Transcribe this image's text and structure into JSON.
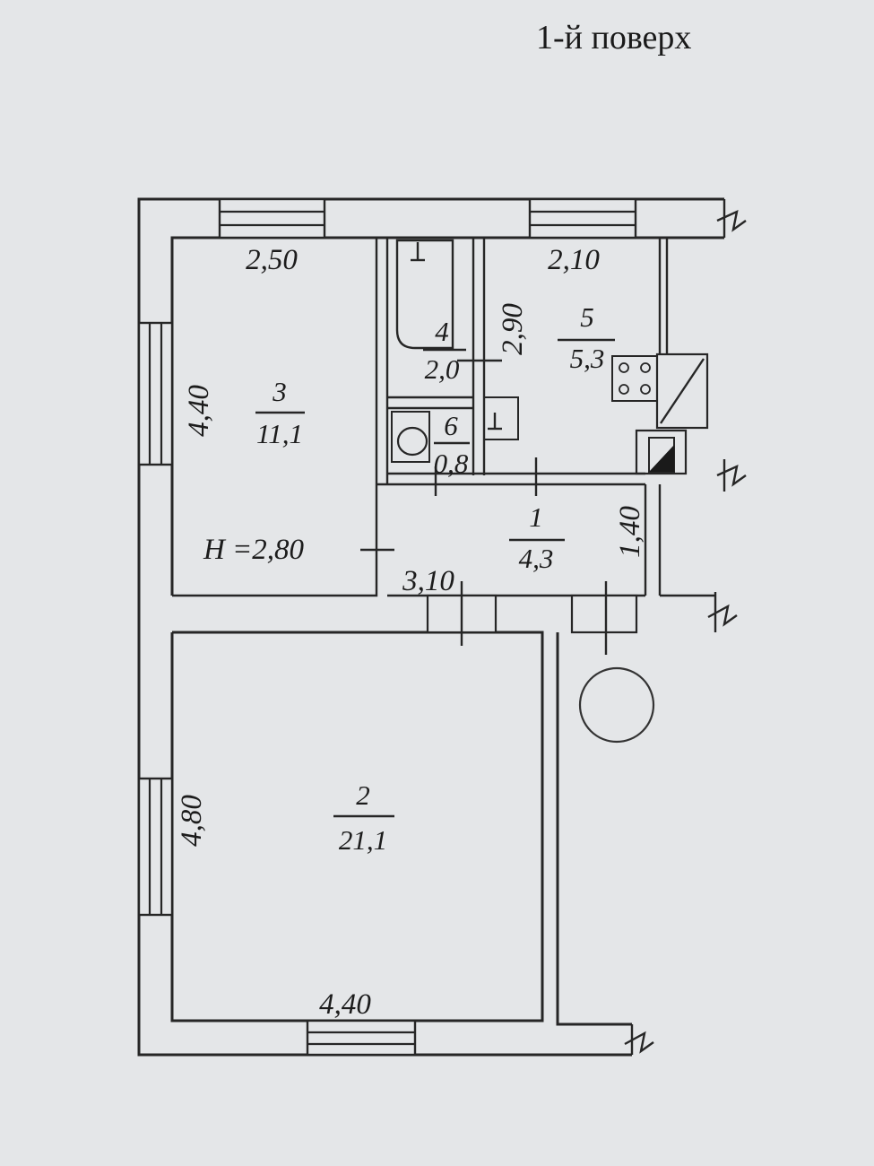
{
  "floor_title": "1-й поверх",
  "rooms": [
    {
      "number": "1",
      "area": "4,3"
    },
    {
      "number": "2",
      "area": "21,1"
    },
    {
      "number": "3",
      "area": "11,1"
    },
    {
      "number": "4",
      "area": "2,0"
    },
    {
      "number": "5",
      "area": "5,3"
    },
    {
      "number": "6",
      "area": "0,8"
    }
  ],
  "dimensions": {
    "room3_width": "2,50",
    "room3_height": "4,40",
    "room5_width": "2,10",
    "room5_depth": "2,90",
    "room1_width": "3,10",
    "room1_depth": "1,40",
    "room2_height": "4,80",
    "room2_width": "4,40",
    "ceiling_height": "H =2,80"
  }
}
